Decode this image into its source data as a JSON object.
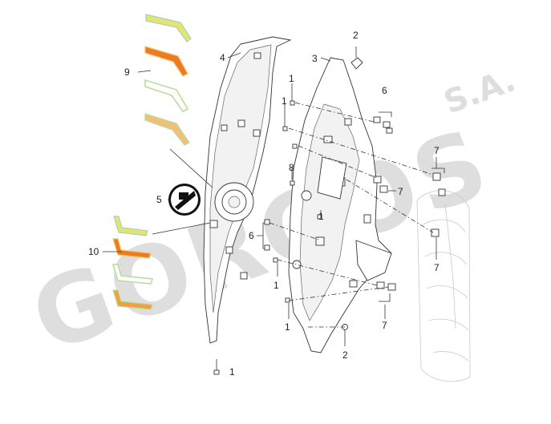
{
  "watermark": {
    "brand": "GORGOS",
    "suffix": "S.A."
  },
  "callouts": [
    {
      "id": "c1a",
      "label": "1"
    },
    {
      "id": "c1b",
      "label": "1"
    },
    {
      "id": "c1c",
      "label": "1"
    },
    {
      "id": "c1d",
      "label": "1"
    },
    {
      "id": "c1e",
      "label": "1"
    },
    {
      "id": "c1f",
      "label": "1"
    },
    {
      "id": "c2a",
      "label": "2"
    },
    {
      "id": "c2b",
      "label": "2"
    },
    {
      "id": "c3",
      "label": "3"
    },
    {
      "id": "c4",
      "label": "4"
    },
    {
      "id": "c5",
      "label": "5"
    },
    {
      "id": "c6a",
      "label": "6"
    },
    {
      "id": "c6b",
      "label": "6"
    },
    {
      "id": "c7a",
      "label": "7"
    },
    {
      "id": "c7b",
      "label": "7"
    },
    {
      "id": "c7c",
      "label": "7"
    },
    {
      "id": "c7d",
      "label": "7"
    },
    {
      "id": "c8",
      "label": "8"
    },
    {
      "id": "c9",
      "label": "9"
    },
    {
      "id": "c10",
      "label": "10"
    }
  ],
  "colors": {
    "stripe_yellow": "#e8e36a",
    "stripe_orange": "#f07a22",
    "stripe_green": "#b8dca0",
    "stripe_teal": "#9fd2c8",
    "line": "#333333",
    "watermark": "#d9d9d9"
  }
}
